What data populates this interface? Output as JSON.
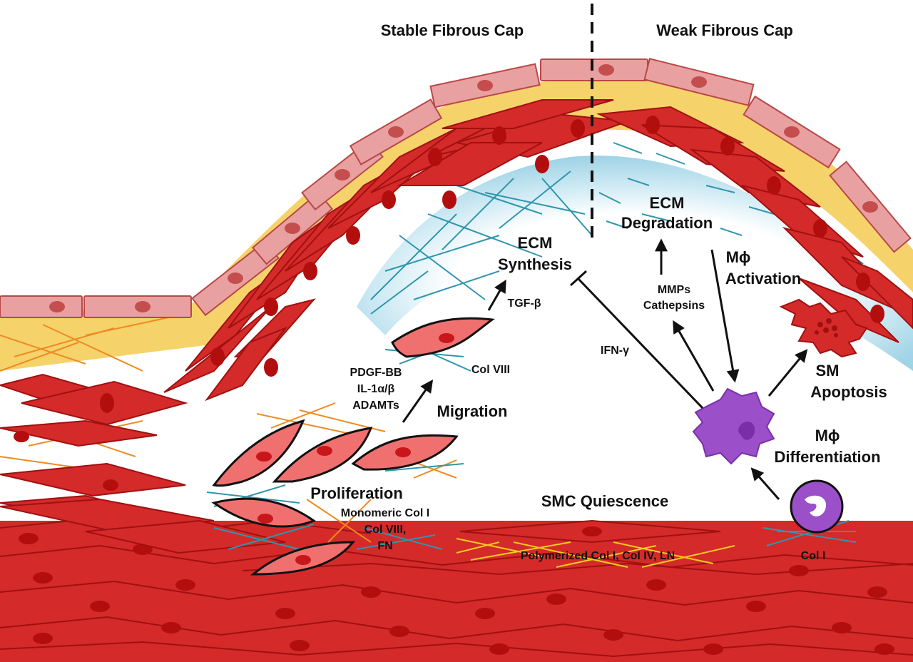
{
  "headings": {
    "stable": "Stable Fibrous Cap",
    "weak": "Weak Fibrous Cap"
  },
  "labels": {
    "ecm_synthesis_1": "ECM",
    "ecm_synthesis_2": "Synthesis",
    "ecm_degradation_1": "ECM",
    "ecm_degradation_2": "Degradation",
    "tgf": "TGF-β",
    "col_viii": "Col VIII",
    "pdgf": "PDGF-BB",
    "il1": "IL-1α/β",
    "adamts": "ADAMTs",
    "migration": "Migration",
    "proliferation": "Proliferation",
    "monomeric_1": "Monomeric Col I",
    "monomeric_2": "Col VIII,",
    "monomeric_3": "FN",
    "smc_quiescence": "SMC Quiescence",
    "polymerized": "Polymerized Col I, Col IV, LN",
    "ifn": "IFN-γ",
    "mmps": "MMPs",
    "cathepsins": "Cathepsins",
    "mphi_activation_1": "Mϕ",
    "mphi_activation_2": "Activation",
    "sm_apoptosis_1": "SM",
    "sm_apoptosis_2": "Apoptosis",
    "mphi_diff_1": "Mϕ",
    "mphi_diff_2": "Differentiation",
    "col_i": "Col I"
  },
  "colors": {
    "smc_red": "#d42a2a",
    "smc_light": "#f07070",
    "endothelium": "#e9a0a0",
    "elastic_yellow": "#f6d36a",
    "macrophage_purple": "#9b4fc9",
    "fiber_blue": "#2e96ad",
    "fiber_orange": "#ee8a22",
    "fiber_yellow": "#f2cc1c"
  }
}
